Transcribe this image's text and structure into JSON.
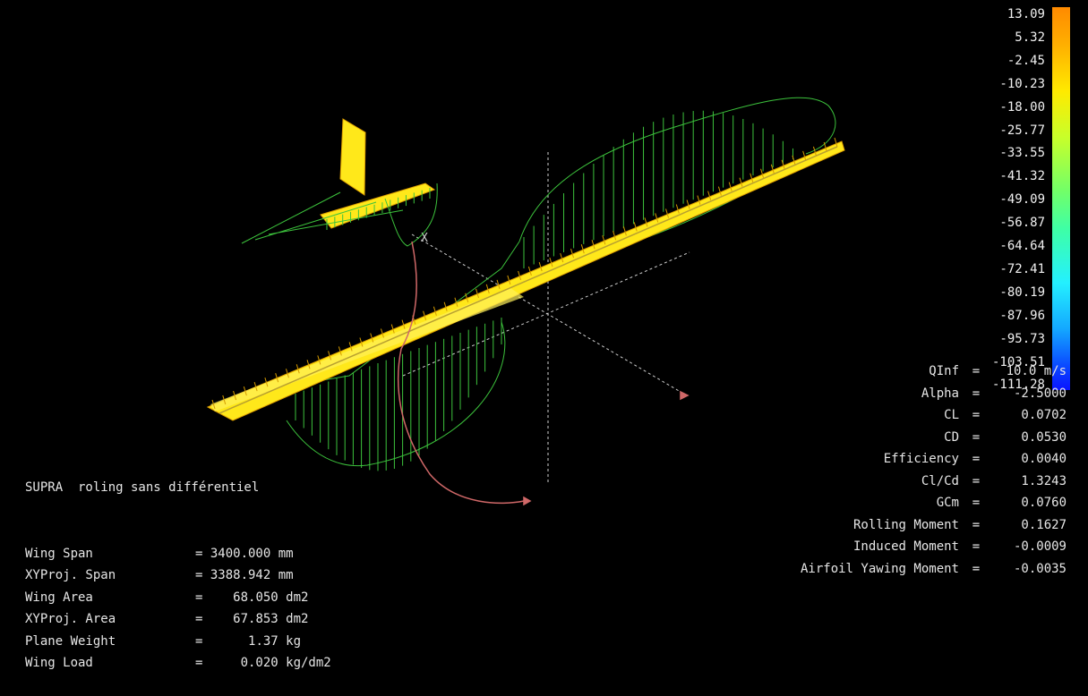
{
  "plane_name": "SUPRA  roling sans différentiel",
  "plane_info": [
    {
      "label": "Wing Span",
      "eq": "= ",
      "value": "3400.000 mm"
    },
    {
      "label": "XYProj. Span",
      "eq": "= ",
      "value": "3388.942 mm"
    },
    {
      "label": "Wing Area",
      "eq": "=    ",
      "value": "68.050 dm2"
    },
    {
      "label": "XYProj. Area",
      "eq": "=    ",
      "value": "67.853 dm2"
    },
    {
      "label": "Plane Weight",
      "eq": "=      ",
      "value": "1.37 kg"
    },
    {
      "label": "Wing Load",
      "eq": "=     ",
      "value": "0.020 kg/dm2"
    }
  ],
  "results": [
    {
      "label": "QInf",
      "value": "10.0 m/s"
    },
    {
      "label": "Alpha",
      "value": "-2.5000"
    },
    {
      "label": "CL",
      "value": "0.0702"
    },
    {
      "label": "CD",
      "value": "0.0530"
    },
    {
      "label": "Efficiency",
      "value": "0.0040"
    },
    {
      "label": "Cl/Cd",
      "value": "1.3243"
    },
    {
      "label": "GCm",
      "value": "0.0760"
    },
    {
      "label": "Rolling Moment",
      "value": "0.1627"
    },
    {
      "label": "Induced Moment",
      "value": "-0.0009"
    },
    {
      "label": "Airfoil Yawing Moment",
      "value": "-0.0035"
    }
  ],
  "legend_values": [
    "13.09",
    "5.32",
    "-2.45",
    "-10.23",
    "-18.00",
    "-25.77",
    "-33.55",
    "-41.32",
    "-49.09",
    "-56.87",
    "-64.64",
    "-72.41",
    "-80.19",
    "-87.96",
    "-95.73",
    "-103.51",
    "-111.28"
  ],
  "axis_label_x": "X",
  "colors": {
    "background": "#000000",
    "wing_surface": "#ffe81a",
    "wireframe": "#3cc23c",
    "outline_edge": "#e0a000",
    "axis": "#cfcfcf",
    "moment_arrow": "#d06868"
  }
}
